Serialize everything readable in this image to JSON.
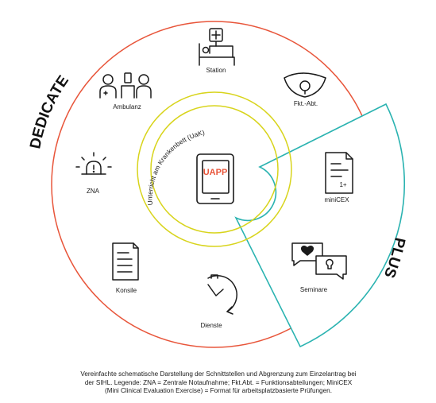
{
  "diagram": {
    "outer_ring_label": "DEDICATE",
    "plus_sector_label": "PLUS",
    "inner_ring_label": "Unterricht am Krankenbett (UaK)",
    "center_tablet_label": "UAPP",
    "nodes": {
      "station": {
        "label": "Station",
        "icon": "hospital-bed-icon"
      },
      "fkt_abt": {
        "label": "Fkt.-Abt.",
        "icon": "ultrasound-icon"
      },
      "ambulanz": {
        "label": "Ambulanz",
        "icon": "staff-people-icon"
      },
      "zna": {
        "label": "ZNA",
        "icon": "alarm-light-icon"
      },
      "konsile": {
        "label": "Konsile",
        "icon": "document-icon"
      },
      "dienste": {
        "label": "Dienste",
        "icon": "clock-icon"
      },
      "minicex": {
        "label": "miniCEX",
        "icon": "assessment-form-icon",
        "badge": "1+"
      },
      "seminare": {
        "label": "Seminare",
        "icon": "speech-bubbles-icon"
      }
    },
    "colors": {
      "outer_ring": "#e8553a",
      "inner_rings": "#d8d41c",
      "plus_sector": "#2bb3b1",
      "uapp_text": "#e8553a",
      "icons": "#1a1a1a"
    }
  },
  "caption": {
    "line1": "Vereinfachte schematische Darstellung der Schnittstellen und Abgrenzung zum Einzelantrag bei",
    "line2": "der SIHL. Legende: ZNA = Zentrale Notaufnahme; Fkt.Abt. = Funktionsabteilungen; MiniCEX",
    "line3": "(Mini Clinical Evaluation Exercise) = Format für arbeitsplatzbasierte Prüfungen."
  }
}
